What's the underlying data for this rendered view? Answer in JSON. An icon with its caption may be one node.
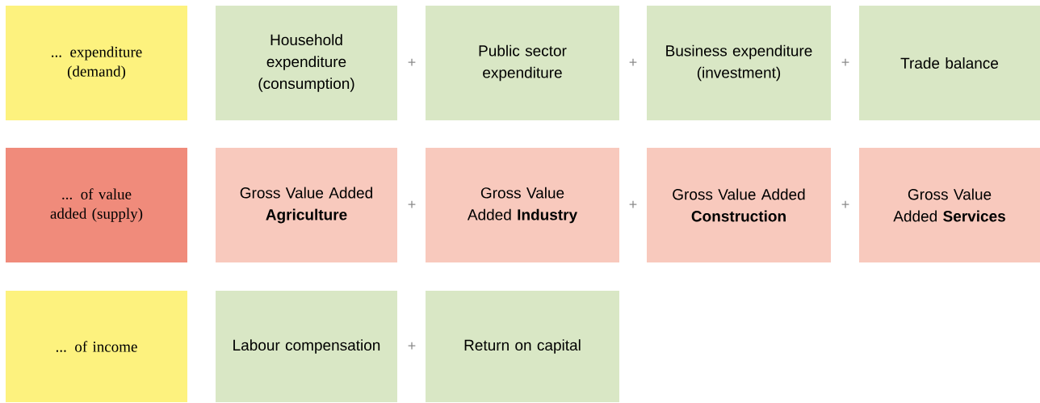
{
  "diagram": {
    "nodes": [
      {
        "text": [
          "... expenditure (demand)"
        ]
      },
      {
        "text": [
          "Household expenditure (consumption)"
        ]
      },
      {
        "text": [
          "Public sector expenditure"
        ]
      },
      {
        "text": [
          "Business expenditure (investment)"
        ]
      },
      {
        "text": [
          "Trade balance"
        ]
      },
      {
        "text": [
          "... of value added (supply)"
        ]
      },
      {
        "text": [
          "Gross Value Added **Agriculture**"
        ]
      },
      {
        "text": [
          "Gross Value Added **Industry**"
        ]
      },
      {
        "text": [
          "Gross Value Added **Construction**"
        ]
      },
      {
        "text": [
          "Gross Value Added **Services**"
        ]
      },
      {
        "text": [
          "... of income"
        ]
      },
      {
        "text": [
          "Labour compensation"
        ]
      },
      {
        "text": [
          "Return on capital"
        ]
      }
    ],
    "labels": [
      "+",
      "+",
      "+",
      "+",
      "+",
      "+",
      "+"
    ]
  }
}
